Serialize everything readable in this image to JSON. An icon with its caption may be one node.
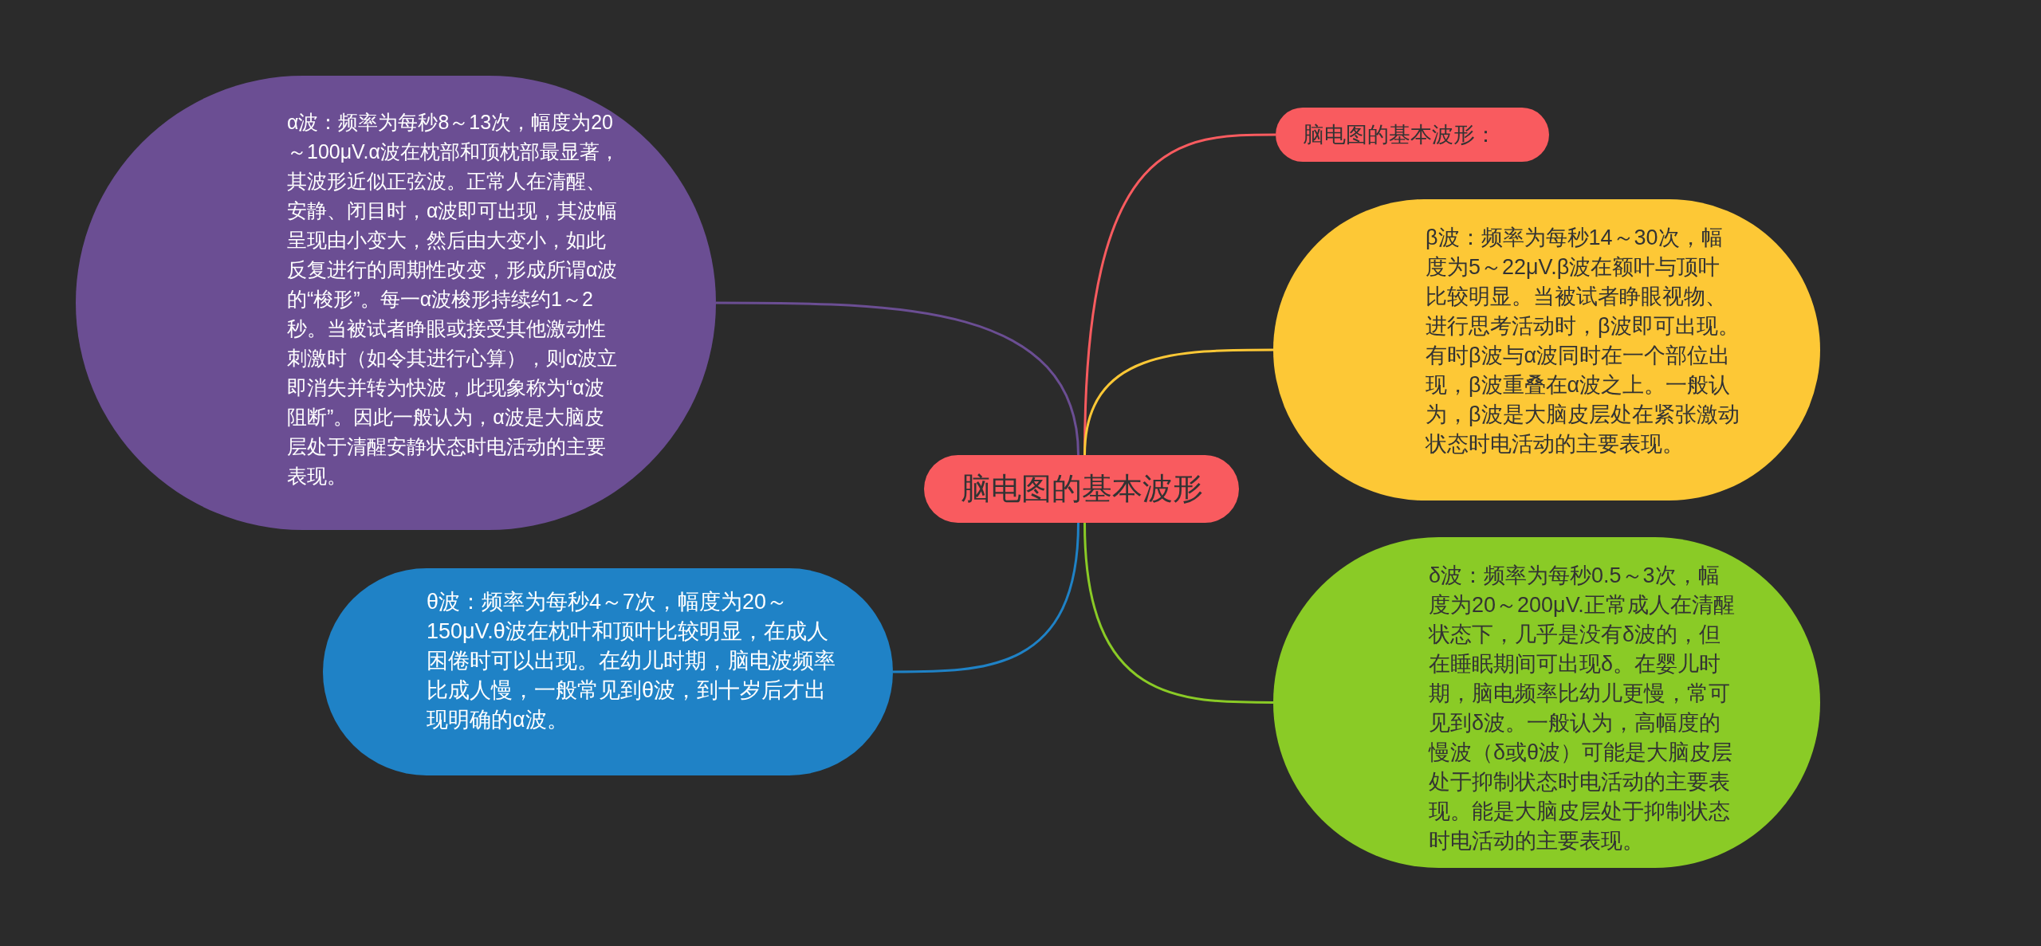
{
  "diagram": {
    "nodes": [
      {
        "text": [
          "脑电图的基本波形"
        ]
      },
      {
        "text": [
          "α波：频率为每秒8～13次，幅度为20～100μV.α波在枕部和顶枕部最显著，其波形近似正弦波。正常人在清醒、安静、闭目时，α波即可出现，其波幅呈现由小变大，然后由大变小，如此反复进行的周期性改变，形成所谓α波的“梭形”。每一α波梭形持续约1～2秒。当被试者睁眼或接受其他激动性刺激时（如令其进行心算），则α波立即消失并转为快波，此现象称为“α波阻断”。因此一般认为，α波是大脑皮层处于清醒安静状态时电活动的主要表现。"
        ]
      },
      {
        "text": [
          "脑电图的基本波形："
        ]
      },
      {
        "text": [
          "β波：频率为每秒14～30次，幅度为5～22μV.β波在额叶与顶叶比较明显。当被试者睁眼视物、进行思考活动时，β波即可出现。有时β波与α波同时在一个部位出现，β波重叠在α波之上。一般认为，β波是大脑皮层处在紧张激动状态时电活动的主要表现。"
        ]
      },
      {
        "text": [
          "θ波：频率为每秒4～7次，幅度为20～150μV.θ波在枕叶和顶叶比较明显，在成人困倦时可以出现。在幼儿时期，脑电波频率比成人慢，一般常见到θ波，到十岁后才出现明确的α波。"
        ]
      },
      {
        "text": [
          "δ波：频率为每秒0.5～3次，幅度为20～200μV.正常成人在清醒状态下，几乎是没有δ波的，但在睡眠期间可出现δ。在婴儿时期，脑电频率比幼儿更慢，常可见到δ波。一般认为，高幅度的慢波（δ或θ波）可能是大脑皮层处于抑制状态时电活动的主要表现。能是大脑皮层处于抑制状态时电活动的主要表现。"
        ]
      }
    ],
    "edges": [
      {
        "from": 0,
        "to": 1,
        "arrow": "none",
        "color": "#6b4e93"
      },
      {
        "from": 0,
        "to": 2,
        "arrow": "none",
        "color": "#f95b5f"
      },
      {
        "from": 0,
        "to": 3,
        "arrow": "none",
        "color": "#fdc836"
      },
      {
        "from": 0,
        "to": 4,
        "arrow": "none",
        "color": "#1f82c6"
      },
      {
        "from": 0,
        "to": 5,
        "arrow": "none",
        "color": "#8acb26"
      }
    ]
  }
}
